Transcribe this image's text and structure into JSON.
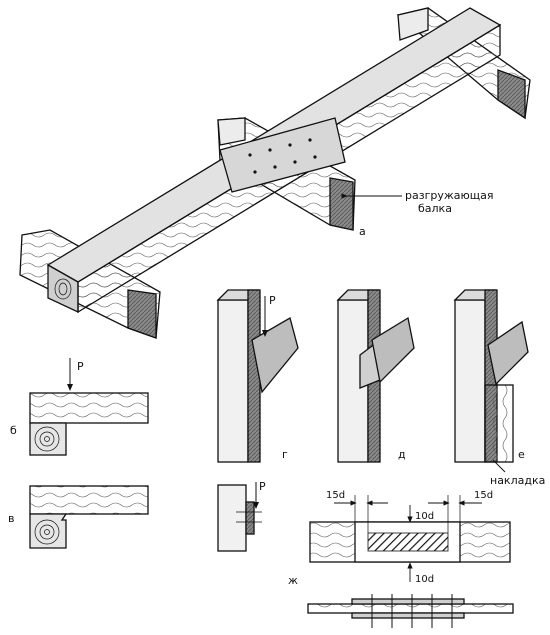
{
  "labels": {
    "a": "а",
    "b": "б",
    "v": "в",
    "g": "г",
    "d": "д",
    "e": "е",
    "zh": "ж",
    "unloading_beam_line1": "разгружающая",
    "unloading_beam_line2": "балка",
    "overlay": "накладка",
    "load_b": "P",
    "load_g": "P",
    "load_g_small": "P",
    "dim_15d_left": "15d",
    "dim_15d_right": "15d",
    "dim_10d_top": "10d",
    "dim_10d_bottom": "10d"
  },
  "colors": {
    "ink": "#111111",
    "wood_light": "#ececec",
    "wood_mid": "#cfcfcf",
    "wood_dark": "#8a8a8a",
    "paper": "#ffffff"
  }
}
